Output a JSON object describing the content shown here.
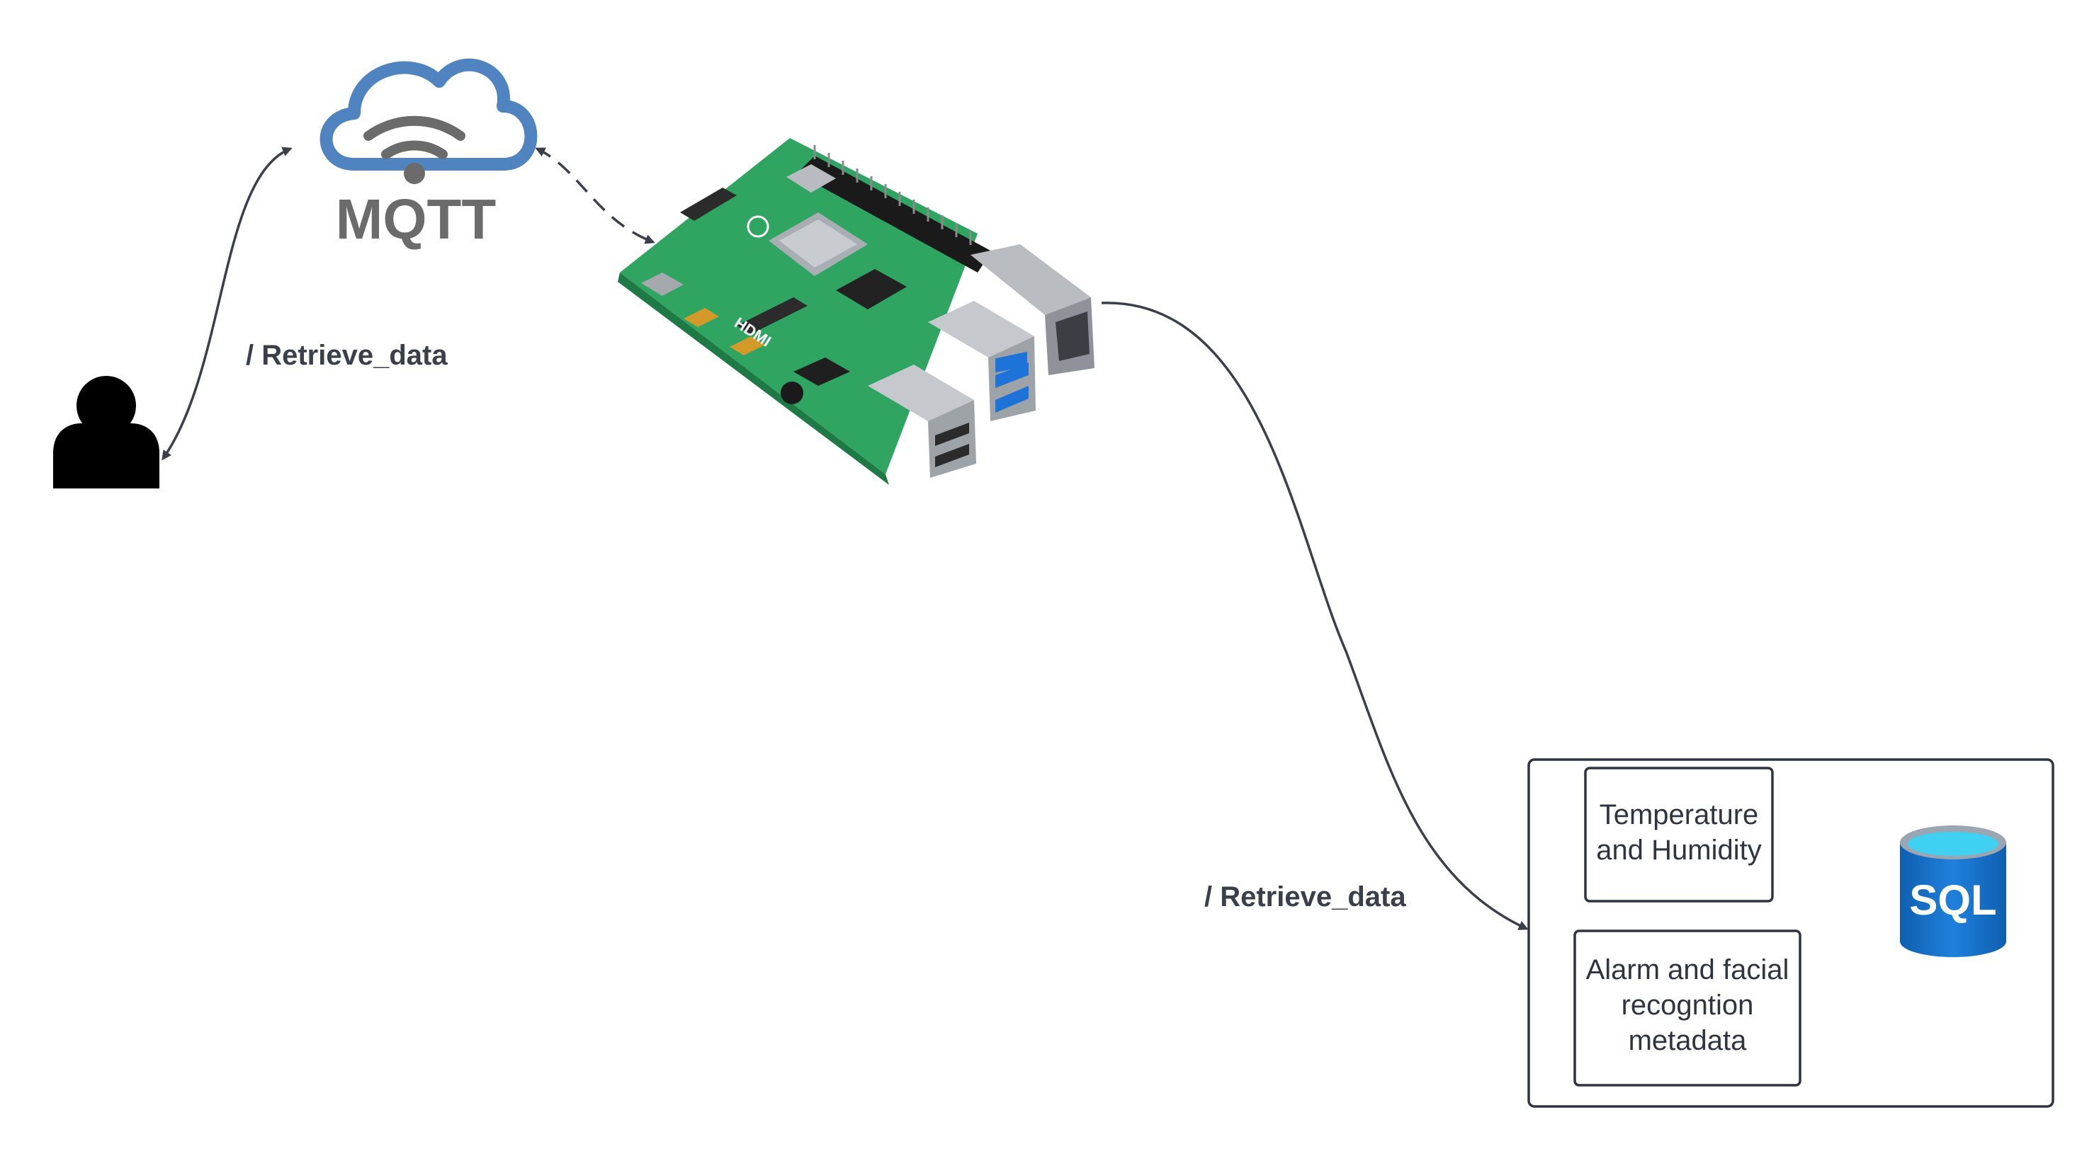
{
  "nodes": {
    "broker": {
      "label": "MQTT",
      "icon": "cloud-wifi-icon",
      "color": "#4f84c0"
    },
    "device": {
      "icon": "raspberry-pi-board-icon",
      "silkscreen": "HDMI"
    },
    "user": {
      "icon": "user-icon"
    },
    "database": {
      "label": "SQL",
      "icon": "sql-database-icon",
      "color": "#1a72c9"
    }
  },
  "edges": {
    "user_broker": {
      "label": "/ Retrieve_data"
    },
    "device_storage": {
      "label": "/ Retrieve_data"
    }
  },
  "storage": {
    "temp_lines": [
      "Temperature",
      "and Humidity"
    ],
    "alarm_lines": [
      "Alarm and facial",
      "recogntion",
      "metadata"
    ]
  }
}
